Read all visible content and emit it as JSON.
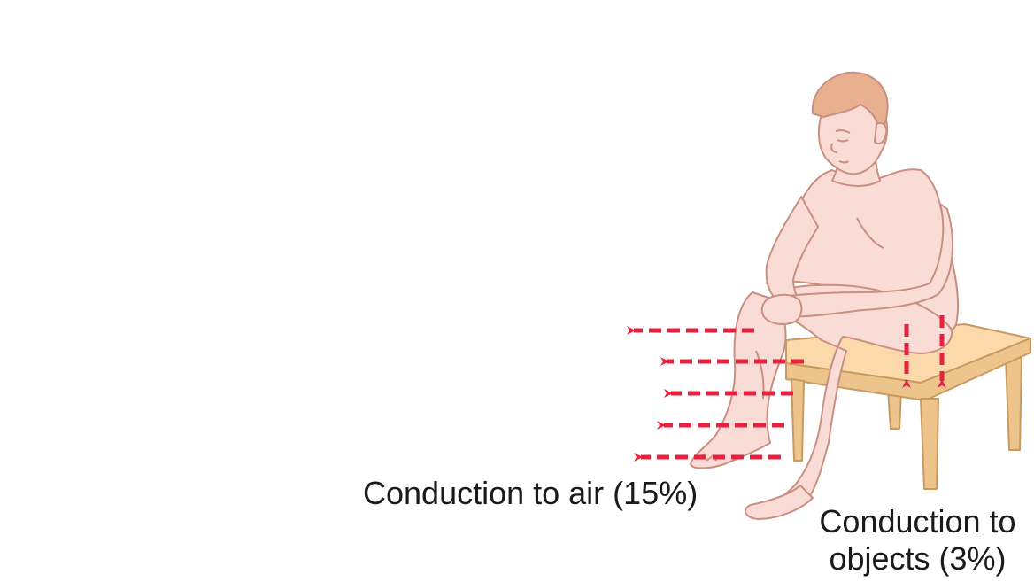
{
  "labels": {
    "air": "Conduction to air (15%)",
    "objects_line1": "Conduction to",
    "objects_line2": "objects (3%)"
  },
  "colors": {
    "skin": "#f9dcd6",
    "skin_outline": "#c98f82",
    "hair": "#e9b08f",
    "stool_top": "#fbd9aa",
    "stool_side": "#ecc48c",
    "stool_outline": "#c79a60",
    "arrow": "#e8213f",
    "text": "#1a1a1a"
  }
}
